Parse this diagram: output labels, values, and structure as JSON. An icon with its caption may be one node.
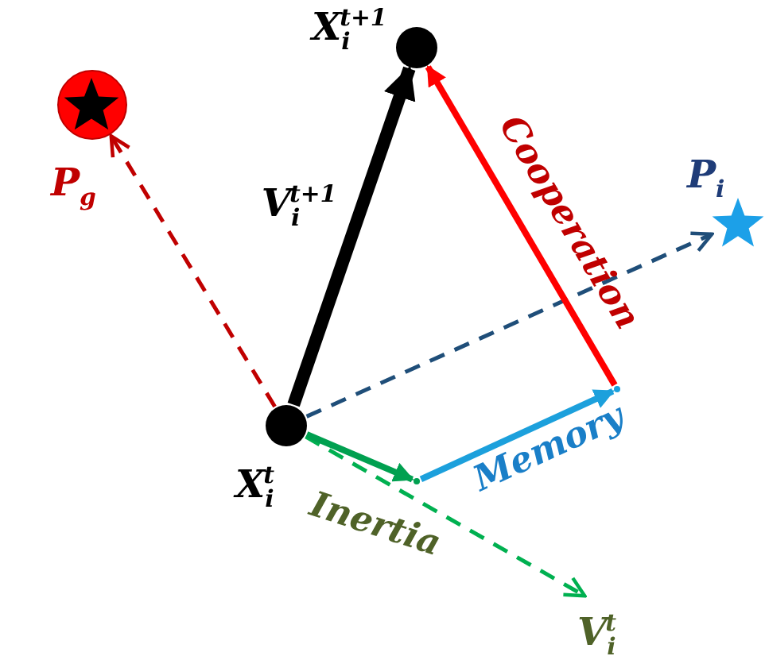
{
  "diagram": {
    "nodes": [
      {
        "text": [],
        "shape": "circle",
        "beside": [
          "X$_{i}$$^{t}$"
        ]
      },
      {
        "text": [],
        "shape": "circle",
        "beside": [
          "X$_{i}$$^{t+1}$"
        ]
      },
      {
        "text": [],
        "shape": "circle",
        "beside": [
          "P$_{g}$"
        ]
      },
      {
        "text": [],
        "shape": "star",
        "beside": [
          "P$_{i}$"
        ]
      },
      {
        "text": [
          "V$_{i}$$^{t}$"
        ]
      },
      {
        "text": [],
        "shape": "point"
      },
      {
        "text": [],
        "shape": "point"
      }
    ],
    "edges": [
      {
        "from": 0,
        "to": 1,
        "arrow": "to",
        "label": "V$_{i}$$^{t+1}$",
        "style": "thick",
        "color": "#000000"
      },
      {
        "from": 0,
        "to": 2,
        "arrow": "to",
        "style": "dashed",
        "color": "#c00000"
      },
      {
        "from": 0,
        "to": 3,
        "arrow": "to",
        "style": "dashed",
        "color": "#1f4e79"
      },
      {
        "from": 0,
        "to": 4,
        "arrow": "to",
        "style": "dashed",
        "color": "#00b050"
      },
      {
        "from": 0,
        "to": 5,
        "arrow": "to",
        "label": "Inertia",
        "color": "#00a050"
      },
      {
        "from": 5,
        "to": 6,
        "arrow": "to",
        "label": "Memory",
        "color": "#1ca0dc"
      },
      {
        "from": 6,
        "to": 1,
        "arrow": "to",
        "label": "Cooperation",
        "color": "#ff0000"
      }
    ]
  }
}
